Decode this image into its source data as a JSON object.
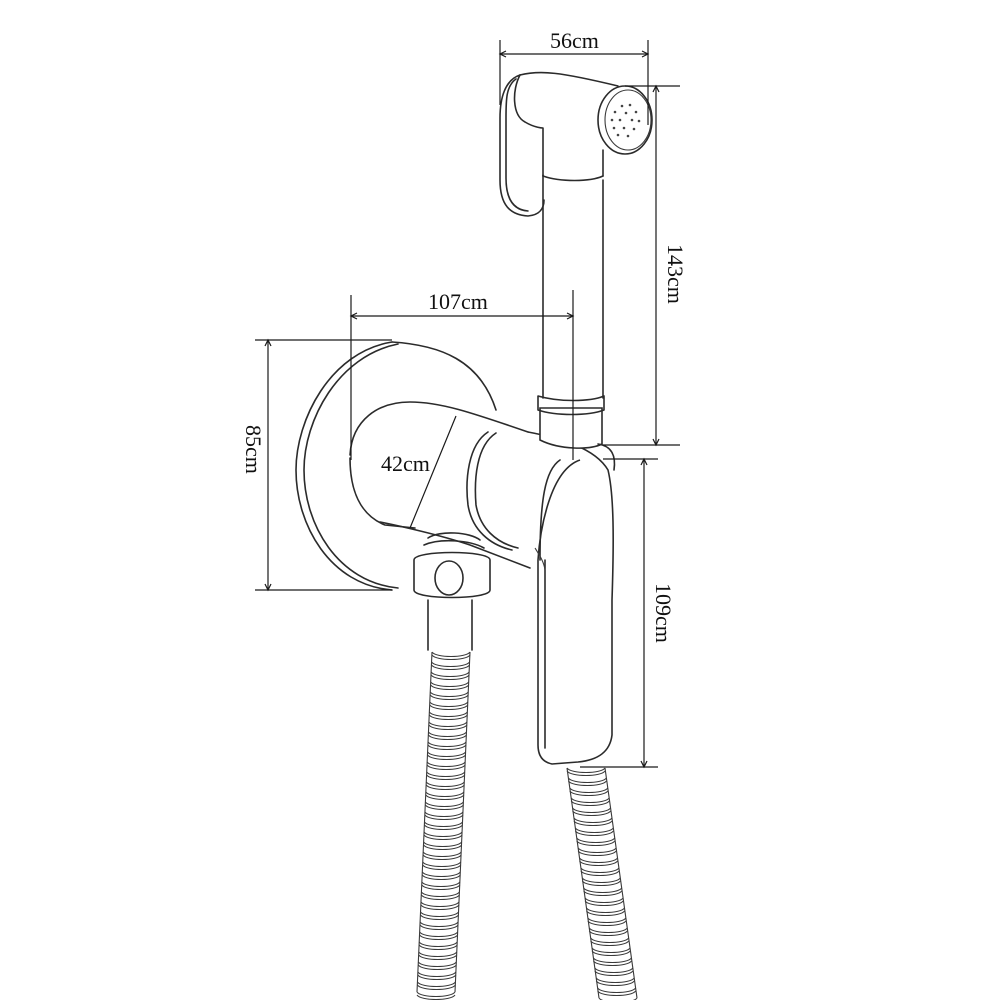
{
  "diagram": {
    "subject": "Hygienic bidet sprayer set with wall mixer valve, holder and flexible hose",
    "line_color": "#2b2b2b",
    "background": "#ffffff",
    "components": [
      "sprayer-head",
      "sprayer-handle",
      "sprayer-holder-collar",
      "wall-plate",
      "valve-body",
      "lever-handle",
      "hose-connector",
      "flexible-hose-left",
      "flexible-hose-right"
    ]
  },
  "dimensions": {
    "sprayer_width": {
      "label": "56cm",
      "orientation": "horizontal"
    },
    "sprayer_height": {
      "label": "143cm",
      "orientation": "vertical"
    },
    "valve_depth": {
      "label": "107cm",
      "orientation": "horizontal"
    },
    "wall_plate_diameter": {
      "label": "85cm",
      "orientation": "vertical"
    },
    "valve_diameter": {
      "label": "42cm",
      "orientation": "diagonal"
    },
    "lever_height": {
      "label": "109cm",
      "orientation": "vertical"
    }
  }
}
